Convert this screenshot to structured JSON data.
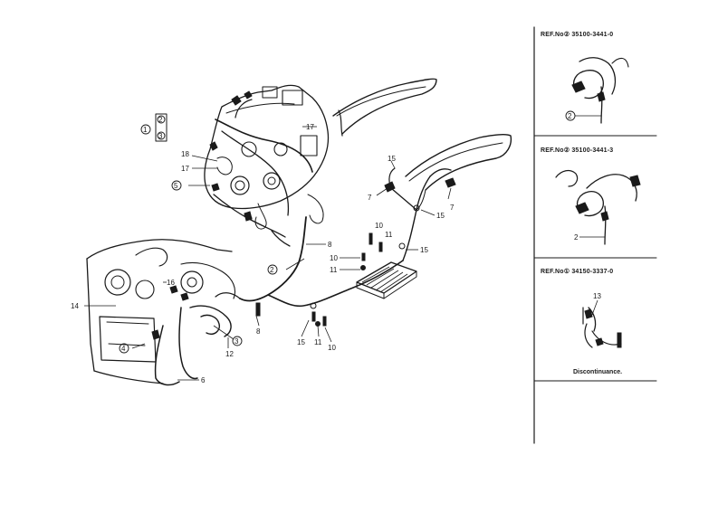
{
  "labels": {
    "n1": "1",
    "n2": "2",
    "n3": "3",
    "n4": "4",
    "n5": "5",
    "n6": "6",
    "n7": "7",
    "n8": "8",
    "n10": "10",
    "n11": "11",
    "n12": "12",
    "n13": "13",
    "n14": "14",
    "n15": "15",
    "n16": "16",
    "n17": "17",
    "n18": "18"
  },
  "side_panels": [
    {
      "ref": "REF.No② 35100-3441-0",
      "callout": "2"
    },
    {
      "ref": "REF.No② 35100-3441-3",
      "callout": "2"
    },
    {
      "ref": "REF.No① 34150-3337-0",
      "callout": "13",
      "note": "Discontinuance."
    }
  ]
}
